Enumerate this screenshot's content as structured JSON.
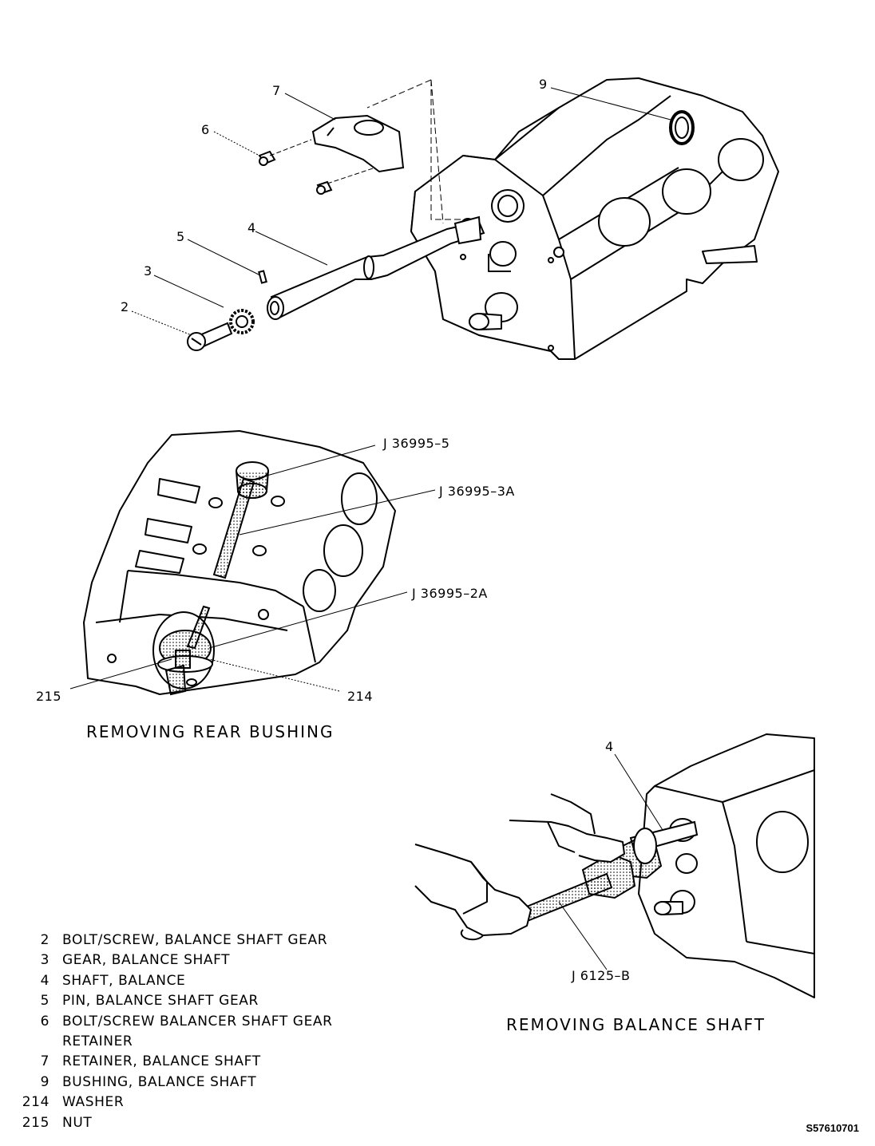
{
  "callouts_top": {
    "c7": "7",
    "c9": "9",
    "c6": "6",
    "c5": "5",
    "c4": "4",
    "c3": "3",
    "c2": "2"
  },
  "callouts_rear": {
    "tool_5": "J 36995–5",
    "tool_3a": "J 36995–3A",
    "tool_2a": "J 36995–2A",
    "nut": "215",
    "washer": "214"
  },
  "callouts_shaft": {
    "shaft": "4",
    "tool": "J 6125–B"
  },
  "captions": {
    "rear_bushing": "REMOVING REAR BUSHING",
    "balance_shaft": "REMOVING BALANCE SHAFT"
  },
  "legend": [
    {
      "num": "2",
      "text": "BOLT/SCREW, BALANCE SHAFT GEAR"
    },
    {
      "num": "3",
      "text": "GEAR, BALANCE SHAFT"
    },
    {
      "num": "4",
      "text": "SHAFT, BALANCE"
    },
    {
      "num": "5",
      "text": "PIN, BALANCE SHAFT GEAR"
    },
    {
      "num": "6",
      "text": "BOLT/SCREW BALANCER SHAFT GEAR",
      "cont": "RETAINER"
    },
    {
      "num": "7",
      "text": "RETAINER, BALANCE SHAFT"
    },
    {
      "num": "9",
      "text": "BUSHING, BALANCE SHAFT"
    },
    {
      "num": "214",
      "text": "WASHER"
    },
    {
      "num": "215",
      "text": "NUT"
    }
  ],
  "figure_id": "S57610701"
}
